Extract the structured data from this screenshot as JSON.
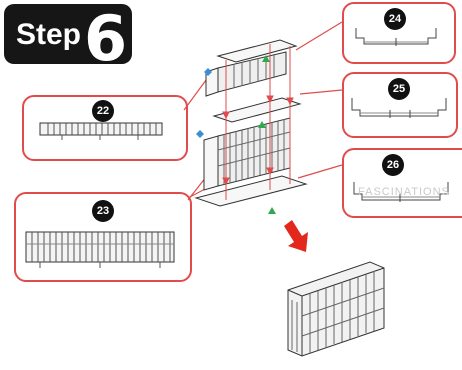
{
  "step": {
    "word": "Step",
    "number": "6"
  },
  "parts": [
    {
      "number": "22"
    },
    {
      "number": "23"
    },
    {
      "number": "24"
    },
    {
      "number": "25"
    },
    {
      "number": "26"
    }
  ],
  "watermark": "FASCINATIONS",
  "colors": {
    "callout_border": "#e04b4b",
    "leader_line": "#e04b4b",
    "align_triangle": "#2fa84f",
    "align_marker": "#3a8fd8",
    "direction_arrow": "#e3271d",
    "badge_bg": "#161616"
  }
}
